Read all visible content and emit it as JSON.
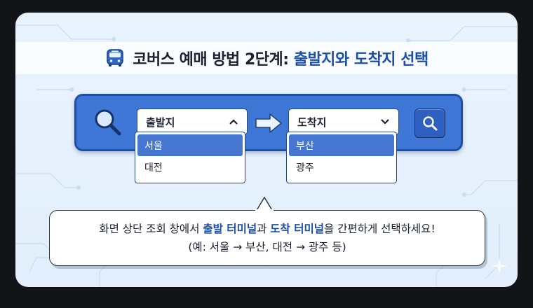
{
  "title": {
    "prefix": "코버스 예매 방법 2단계: ",
    "highlight": "출발지와 도착지 선택"
  },
  "search_bar": {
    "depart_label": "출발지",
    "depart_chevron": "^",
    "arrive_label": "도착지",
    "arrive_chevron": "v",
    "depart_options": [
      "서울",
      "대전"
    ],
    "depart_selected": "서울",
    "arrive_options": [
      "부산",
      "광주"
    ],
    "arrive_selected": "부산"
  },
  "callout": {
    "t1": "화면 상단 조회 창에서 ",
    "h1": "출발 터미널",
    "t2": "과 ",
    "h2": "도착 터미널",
    "t3": "을 간편하게 선택하세요!",
    "line2": "(예: 서울 → 부산, 대전 → 광주 등)"
  },
  "icons": {
    "title": "bus-icon",
    "search_left": "magnifier-icon",
    "arrow": "arrow-right-icon",
    "search_button": "search-icon",
    "corner": "sparkle-icon"
  },
  "colors": {
    "bar_blue": "#3f77d6",
    "selected_blue": "#4676cf",
    "accent_text": "#1b4fa8"
  }
}
